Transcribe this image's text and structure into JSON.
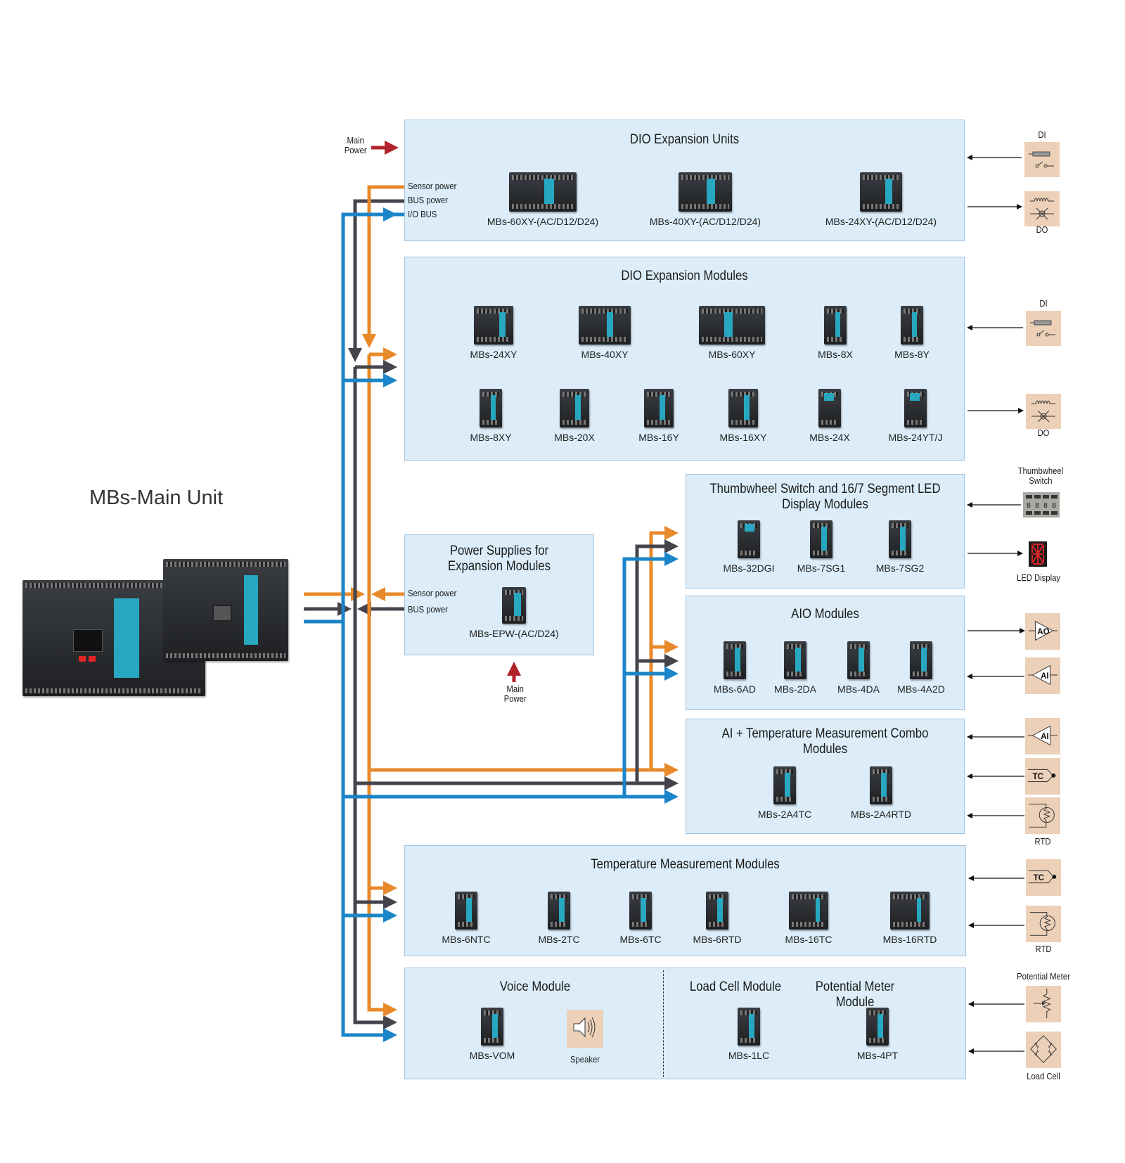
{
  "main_unit": {
    "title": "MBs-Main Unit"
  },
  "bus_labels": {
    "sensor_power": "Sensor power",
    "bus_power": "BUS power",
    "io_bus": "I/O BUS",
    "main_power": [
      "Main",
      "Power"
    ]
  },
  "colors": {
    "sensor_power": "#e8892a",
    "bus_power": "#45444c",
    "io_bus": "#1a85c8",
    "main_power": "#b3232b",
    "box_fill": "#dcedf9",
    "box_border": "#9fc3e2",
    "signal_fill": "#ecd0b8"
  },
  "groups": {
    "dio_units": {
      "title": "DIO Expansion Units",
      "devices": [
        "MBs-60XY-(AC/D12/D24)",
        "MBs-40XY-(AC/D12/D24)",
        "MBs-24XY-(AC/D12/D24)"
      ]
    },
    "dio_modules": {
      "title": "DIO Expansion Modules",
      "devices": [
        "MBs-24XY",
        "MBs-40XY",
        "MBs-60XY",
        "MBs-8X",
        "MBs-8Y",
        "MBs-8XY",
        "MBs-20X",
        "MBs-16Y",
        "MBs-16XY",
        "MBs-24X",
        "MBs-24YT/J"
      ]
    },
    "power_supply": {
      "title": [
        "Power Supplies for",
        "Expansion Modules"
      ],
      "devices": [
        "MBs-EPW-(AC/D24)"
      ]
    },
    "thumbwheel": {
      "title": [
        "Thumbwheel Switch and 16/7 Segment LED",
        "Display Modules"
      ],
      "devices": [
        "MBs-32DGI",
        "MBs-7SG1",
        "MBs-7SG2"
      ]
    },
    "aio": {
      "title": "AIO Modules",
      "devices": [
        "MBs-6AD",
        "MBs-2DA",
        "MBs-4DA",
        "MBs-4A2D"
      ]
    },
    "ai_temp_combo": {
      "title": "AI + Temperature Measurement Combo Modules",
      "devices": [
        "MBs-2A4TC",
        "MBs-2A4RTD"
      ]
    },
    "temperature": {
      "title": "Temperature Measurement Modules",
      "devices": [
        "MBs-6NTC",
        "MBs-2TC",
        "MBs-6TC",
        "MBs-6RTD",
        "MBs-16TC",
        "MBs-16RTD"
      ]
    },
    "voice": {
      "title": "Voice Module",
      "devices": [
        "MBs-VOM"
      ],
      "speaker": "Speaker"
    },
    "load_cell": {
      "title": "Load Cell Module",
      "devices": [
        "MBs-1LC"
      ]
    },
    "potential_meter": {
      "title": "Potential Meter Module",
      "devices": [
        "MBs-4PT"
      ]
    }
  },
  "signals": {
    "di": "DI",
    "do": "DO",
    "thumbwheel": [
      "Thumbwheel",
      "Switch"
    ],
    "led_display": "LED Display",
    "ao": "AO",
    "ai": "AI",
    "tc": "TC",
    "rtd": "RTD",
    "potential_meter": "Potential Meter",
    "load_cell": "Load Cell"
  }
}
